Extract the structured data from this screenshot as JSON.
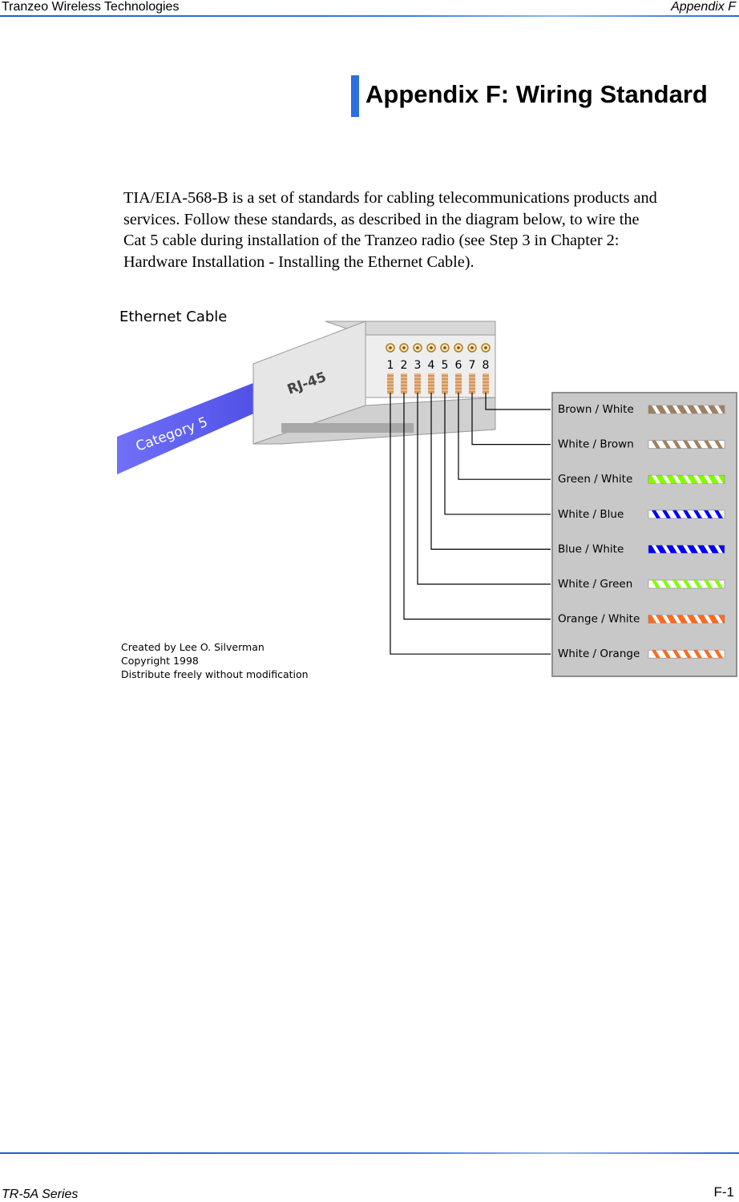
{
  "header": {
    "company": "Tranzeo Wireless Technologies",
    "section": "Appendix F"
  },
  "title": "Appendix F: Wiring Standard",
  "paragraph": [
    "TIA/EIA-568-B is a set of standards for cabling telecommunications products and",
    "services. Follow these standards, as described in the diagram below, to wire the",
    "Cat 5 cable during installation of the Tranzeo radio (see Step 3 in Chapter 2:",
    "Hardware Installation - Installing the Ethernet Cable)."
  ],
  "diagram": {
    "heading": "Ethernet Cable",
    "connector_label": "RJ-45",
    "cable_label": "Category 5",
    "pins": [
      "1",
      "2",
      "3",
      "4",
      "5",
      "6",
      "7",
      "8"
    ],
    "wires": [
      {
        "label": "Brown / White",
        "color": "#a08060",
        "base": "#a08060",
        "stripe": "#ffffff"
      },
      {
        "label": "White / Brown",
        "color": "#a08060",
        "base": "#ffffff",
        "stripe": "#a08060"
      },
      {
        "label": "Green / White",
        "color": "#80ff00",
        "base": "#80ff00",
        "stripe": "#ffffff"
      },
      {
        "label": "White / Blue",
        "color": "#0000ff",
        "base": "#ffffff",
        "stripe": "#0000ff"
      },
      {
        "label": "Blue / White",
        "color": "#0000ff",
        "base": "#0000ff",
        "stripe": "#ffffff"
      },
      {
        "label": "White / Green",
        "color": "#80ff00",
        "base": "#ffffff",
        "stripe": "#80ff00"
      },
      {
        "label": "Orange / White",
        "color": "#ff6a20",
        "base": "#ff6a20",
        "stripe": "#ffffff"
      },
      {
        "label": "White / Orange",
        "color": "#ff6a20",
        "base": "#ffffff",
        "stripe": "#ff6a20"
      }
    ],
    "credits": [
      "Created by Lee O. Silverman",
      "Copyright 1998",
      "Distribute freely without modification"
    ]
  },
  "footer": {
    "series": "TR-5A Series",
    "page": "F-1"
  }
}
